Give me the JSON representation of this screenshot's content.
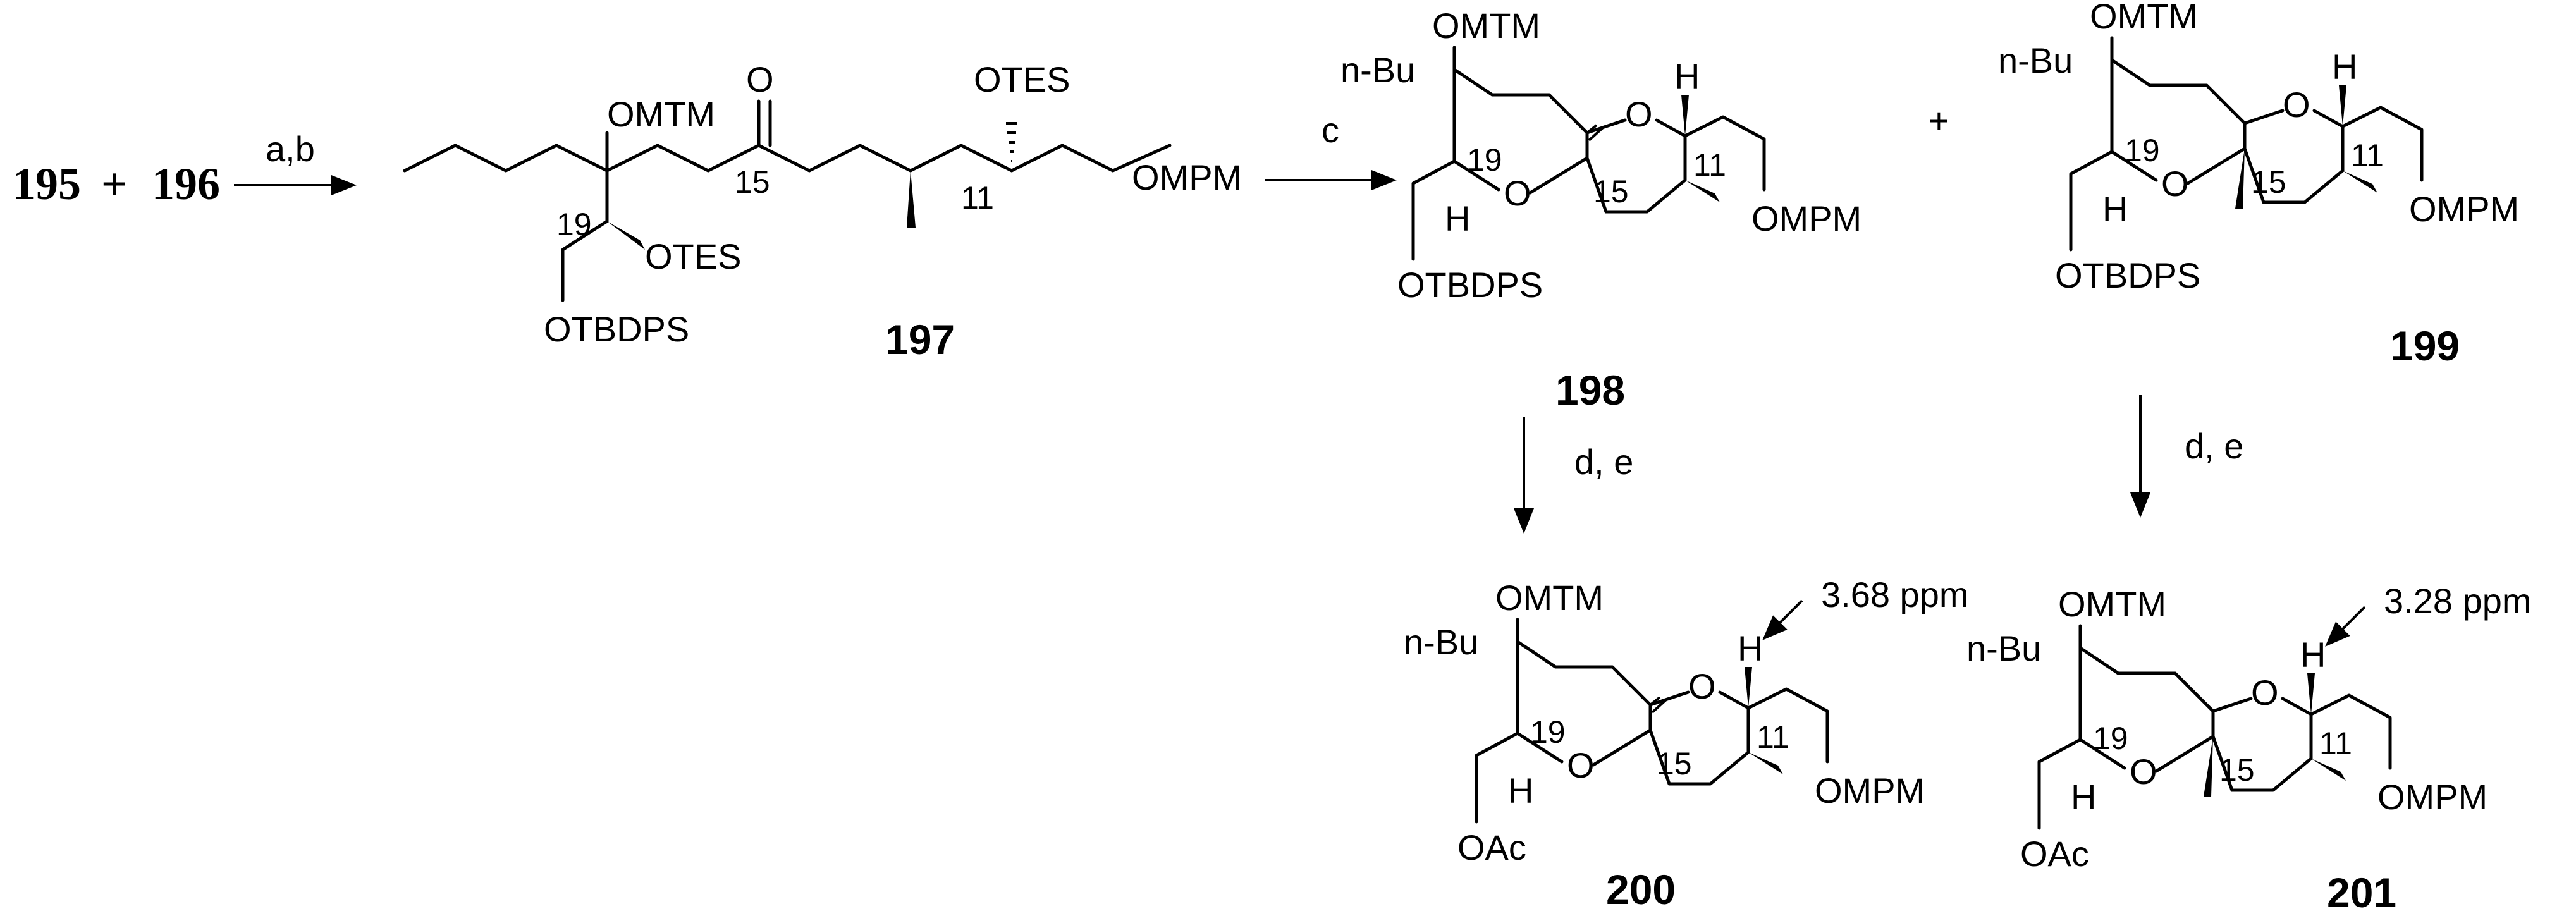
{
  "start": {
    "reagent_a": "195",
    "plus": "+",
    "reagent_b": "196",
    "arrow_label": "a,b"
  },
  "step_c": {
    "label": "c"
  },
  "step_de_left": {
    "label": "d, e"
  },
  "step_de_right": {
    "label": "d, e"
  },
  "plus_mid": "+",
  "compounds": {
    "c197": {
      "id": "197",
      "omtm": "OMTM",
      "otes_top": "OTES",
      "otes_low": "OTES",
      "otbdps": "OTBDPS",
      "ompm": "OMPM",
      "ketone_o": "O",
      "n19": "19",
      "n15": "15",
      "n11": "11"
    },
    "c198": {
      "id": "198",
      "nbu": "n-Bu",
      "omtm": "OMTM",
      "h19": "H",
      "h11": "H",
      "o_ring1": "O",
      "o_ring2": "O",
      "otbdps": "OTBDPS",
      "ompm": "OMPM",
      "n19": "19",
      "n15": "15",
      "n11": "11"
    },
    "c199": {
      "id": "199",
      "nbu": "n-Bu",
      "omtm": "OMTM",
      "h19": "H",
      "h11": "H",
      "o_ring1": "O",
      "o_ring2": "O",
      "otbdps": "OTBDPS",
      "ompm": "OMPM",
      "n19": "19",
      "n15": "15",
      "n11": "11"
    },
    "c200": {
      "id": "200",
      "nbu": "n-Bu",
      "omtm": "OMTM",
      "h19": "H",
      "h11": "H",
      "o_ring1": "O",
      "o_ring2": "O",
      "oac": "OAc",
      "ompm": "OMPM",
      "n19": "19",
      "n15": "15",
      "n11": "11",
      "shift": "3.68 ppm"
    },
    "c201": {
      "id": "201",
      "nbu": "n-Bu",
      "omtm": "OMTM",
      "h19": "H",
      "h11": "H",
      "o_ring1": "O",
      "o_ring2": "O",
      "oac": "OAc",
      "ompm": "OMPM",
      "n19": "19",
      "n15": "15",
      "n11": "11",
      "shift": "3.28 ppm"
    }
  }
}
